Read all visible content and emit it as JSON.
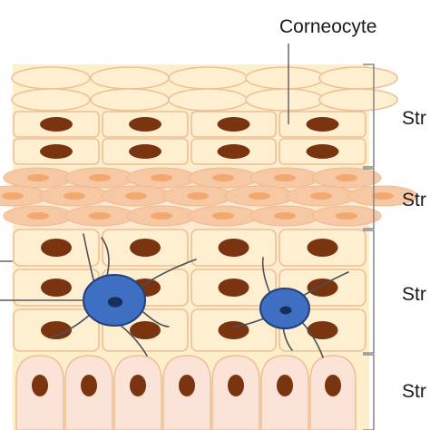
{
  "labels": {
    "corneocyte": "Corneocyte",
    "layer_labels": [
      "Str",
      "Str",
      "Str",
      "Str"
    ]
  },
  "colors": {
    "background": "#ffffff",
    "stratum_fill": "#fdefcc",
    "cell_fill": "#fdefd0",
    "cell_stroke": "#efbf95",
    "nucleus": "#7a3410",
    "granular_cell": "#f6c8a4",
    "granular_core": "#f2a86e",
    "basal_cell_fill": "#fbe3d8",
    "melanocyte_fill": "#3e6fc3",
    "melanocyte_stroke": "#263f78",
    "melanocyte_nucleus": "#16305e",
    "dendrite": "#4a5058",
    "bracket": "#8a8a8a"
  },
  "icons": {
    "layer_brackets": "bracket-icon",
    "melanocytes": "melanocyte-icon"
  }
}
